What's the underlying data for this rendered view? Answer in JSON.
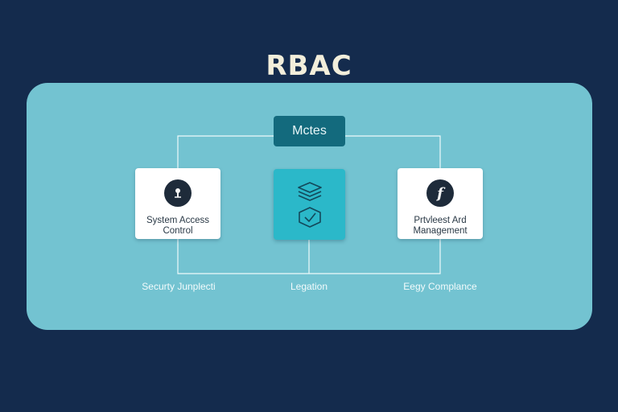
{
  "title": "RBAC",
  "header_box": {
    "label": "Mctes"
  },
  "cards": [
    {
      "line1": "System Access",
      "line2": "Control",
      "icon": "pin-icon"
    },
    {
      "line1": "Prtvleest Ard",
      "line2": "Management",
      "icon": "f-icon",
      "glyph": "f"
    }
  ],
  "center": {
    "icons": [
      "stack-icon",
      "checkmark-shield-icon"
    ]
  },
  "captions": [
    "Securty Junplecti",
    "Legation",
    "Eegy Complance"
  ],
  "colors": {
    "background": "#142b4d",
    "panel": "#73c3d1",
    "header_box": "#136a7d",
    "center_card": "#2bb8c9",
    "title": "#f2eedb"
  }
}
